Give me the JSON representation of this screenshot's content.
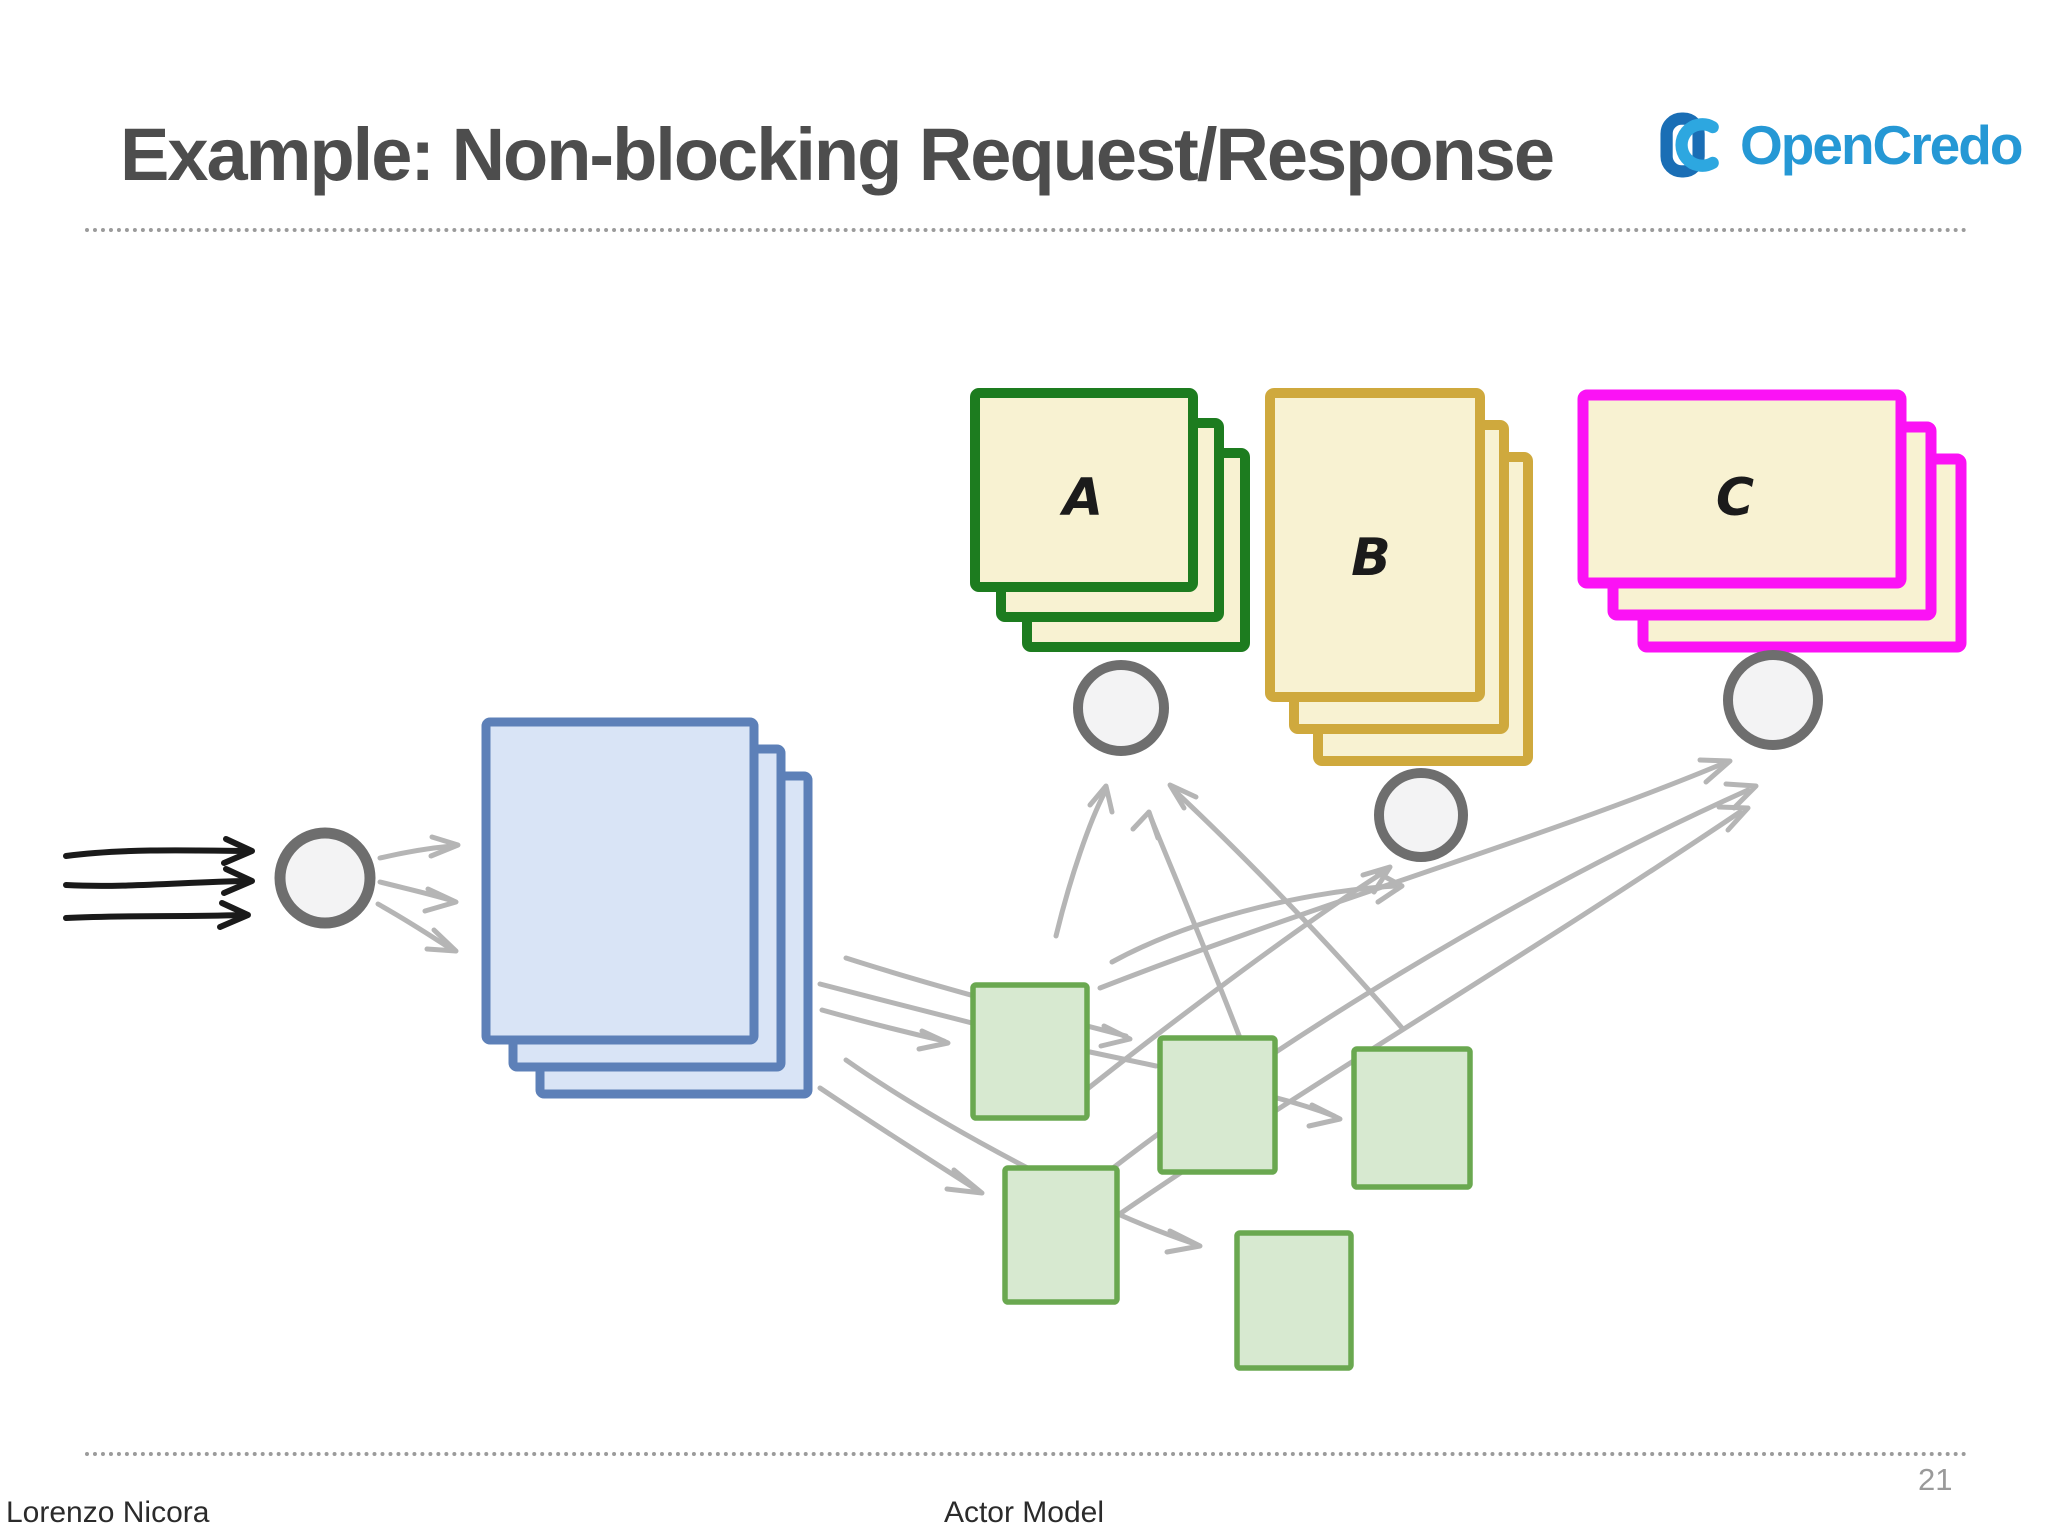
{
  "title": "Example: Non-blocking Request/Response",
  "logo": {
    "wordmark": "OpenCredo"
  },
  "actors": {
    "a": "A",
    "b": "B",
    "c": "C"
  },
  "footer": {
    "author": "Lorenzo Nicora",
    "topic": "Actor Model",
    "page": "21"
  },
  "colors": {
    "title": "#4d4d4d",
    "dotted_line": "#9b9b9b",
    "logo_dark_blue": "#1a6eb5",
    "logo_light_blue": "#2da7e0",
    "logo_text": "#2598d5",
    "black_arrow": "#1a1a1a",
    "gray_arrow": "#b5b5b5",
    "circle_ring": "#6e6e6e",
    "circle_fill": "#f3f3f4",
    "blue_card_fill": "#d9e4f6",
    "blue_card_stroke": "#5d80b8",
    "card_fill": "#f8f2d2",
    "actor_a_stroke": "#1d7c1f",
    "actor_b_stroke": "#cfa93d",
    "actor_c_stroke": "#fb12f5",
    "msg_fill": "#d7e9d0",
    "msg_stroke": "#6aa850",
    "letter": "#1b1b1b",
    "footer_text": "#2b2b2b",
    "page_number": "#9a9a9a"
  }
}
